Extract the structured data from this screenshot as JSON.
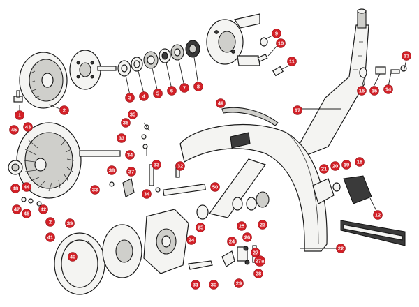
{
  "accent_color": "#d32027",
  "callouts": [
    {
      "id": "c1",
      "label": "1"
    },
    {
      "id": "c2",
      "label": "2"
    },
    {
      "id": "c2b",
      "label": "2"
    },
    {
      "id": "c3",
      "label": "3"
    },
    {
      "id": "c4",
      "label": "4"
    },
    {
      "id": "c5",
      "label": "5"
    },
    {
      "id": "c6",
      "label": "6"
    },
    {
      "id": "c7",
      "label": "7"
    },
    {
      "id": "c8",
      "label": "8"
    },
    {
      "id": "c9",
      "label": "9"
    },
    {
      "id": "c10",
      "label": "10"
    },
    {
      "id": "c11",
      "label": "11"
    },
    {
      "id": "c12",
      "label": "12"
    },
    {
      "id": "c13",
      "label": "13"
    },
    {
      "id": "c14",
      "label": "14"
    },
    {
      "id": "c15",
      "label": "15"
    },
    {
      "id": "c16",
      "label": "16"
    },
    {
      "id": "c17",
      "label": "17"
    },
    {
      "id": "c18",
      "label": "18"
    },
    {
      "id": "c19",
      "label": "19"
    },
    {
      "id": "c20",
      "label": "20"
    },
    {
      "id": "c21",
      "label": "21"
    },
    {
      "id": "c22",
      "label": "22"
    },
    {
      "id": "c23",
      "label": "23"
    },
    {
      "id": "c24",
      "label": "24"
    },
    {
      "id": "c24b",
      "label": "24"
    },
    {
      "id": "c25",
      "label": "25"
    },
    {
      "id": "c25b",
      "label": "25"
    },
    {
      "id": "c26",
      "label": "26"
    },
    {
      "id": "c27",
      "label": "27"
    },
    {
      "id": "c27a",
      "label": "27a"
    },
    {
      "id": "c28",
      "label": "28"
    },
    {
      "id": "c29",
      "label": "29"
    },
    {
      "id": "c30",
      "label": "30"
    },
    {
      "id": "c31",
      "label": "31"
    },
    {
      "id": "c32",
      "label": "32"
    },
    {
      "id": "c33",
      "label": "33"
    },
    {
      "id": "c33b",
      "label": "33"
    },
    {
      "id": "c33c",
      "label": "33"
    },
    {
      "id": "c34",
      "label": "34"
    },
    {
      "id": "c34b",
      "label": "34"
    },
    {
      "id": "c35",
      "label": "35"
    },
    {
      "id": "c36",
      "label": "36"
    },
    {
      "id": "c37",
      "label": "37"
    },
    {
      "id": "c38",
      "label": "38"
    },
    {
      "id": "c39",
      "label": "39"
    },
    {
      "id": "c40",
      "label": "40"
    },
    {
      "id": "c41",
      "label": "41"
    },
    {
      "id": "c42",
      "label": "42"
    },
    {
      "id": "c43",
      "label": "43"
    },
    {
      "id": "c44",
      "label": "44"
    },
    {
      "id": "c45",
      "label": "45"
    },
    {
      "id": "c46",
      "label": "46"
    },
    {
      "id": "c47",
      "label": "47"
    },
    {
      "id": "c48",
      "label": "48"
    },
    {
      "id": "c49",
      "label": "49"
    },
    {
      "id": "c50",
      "label": "50"
    }
  ]
}
